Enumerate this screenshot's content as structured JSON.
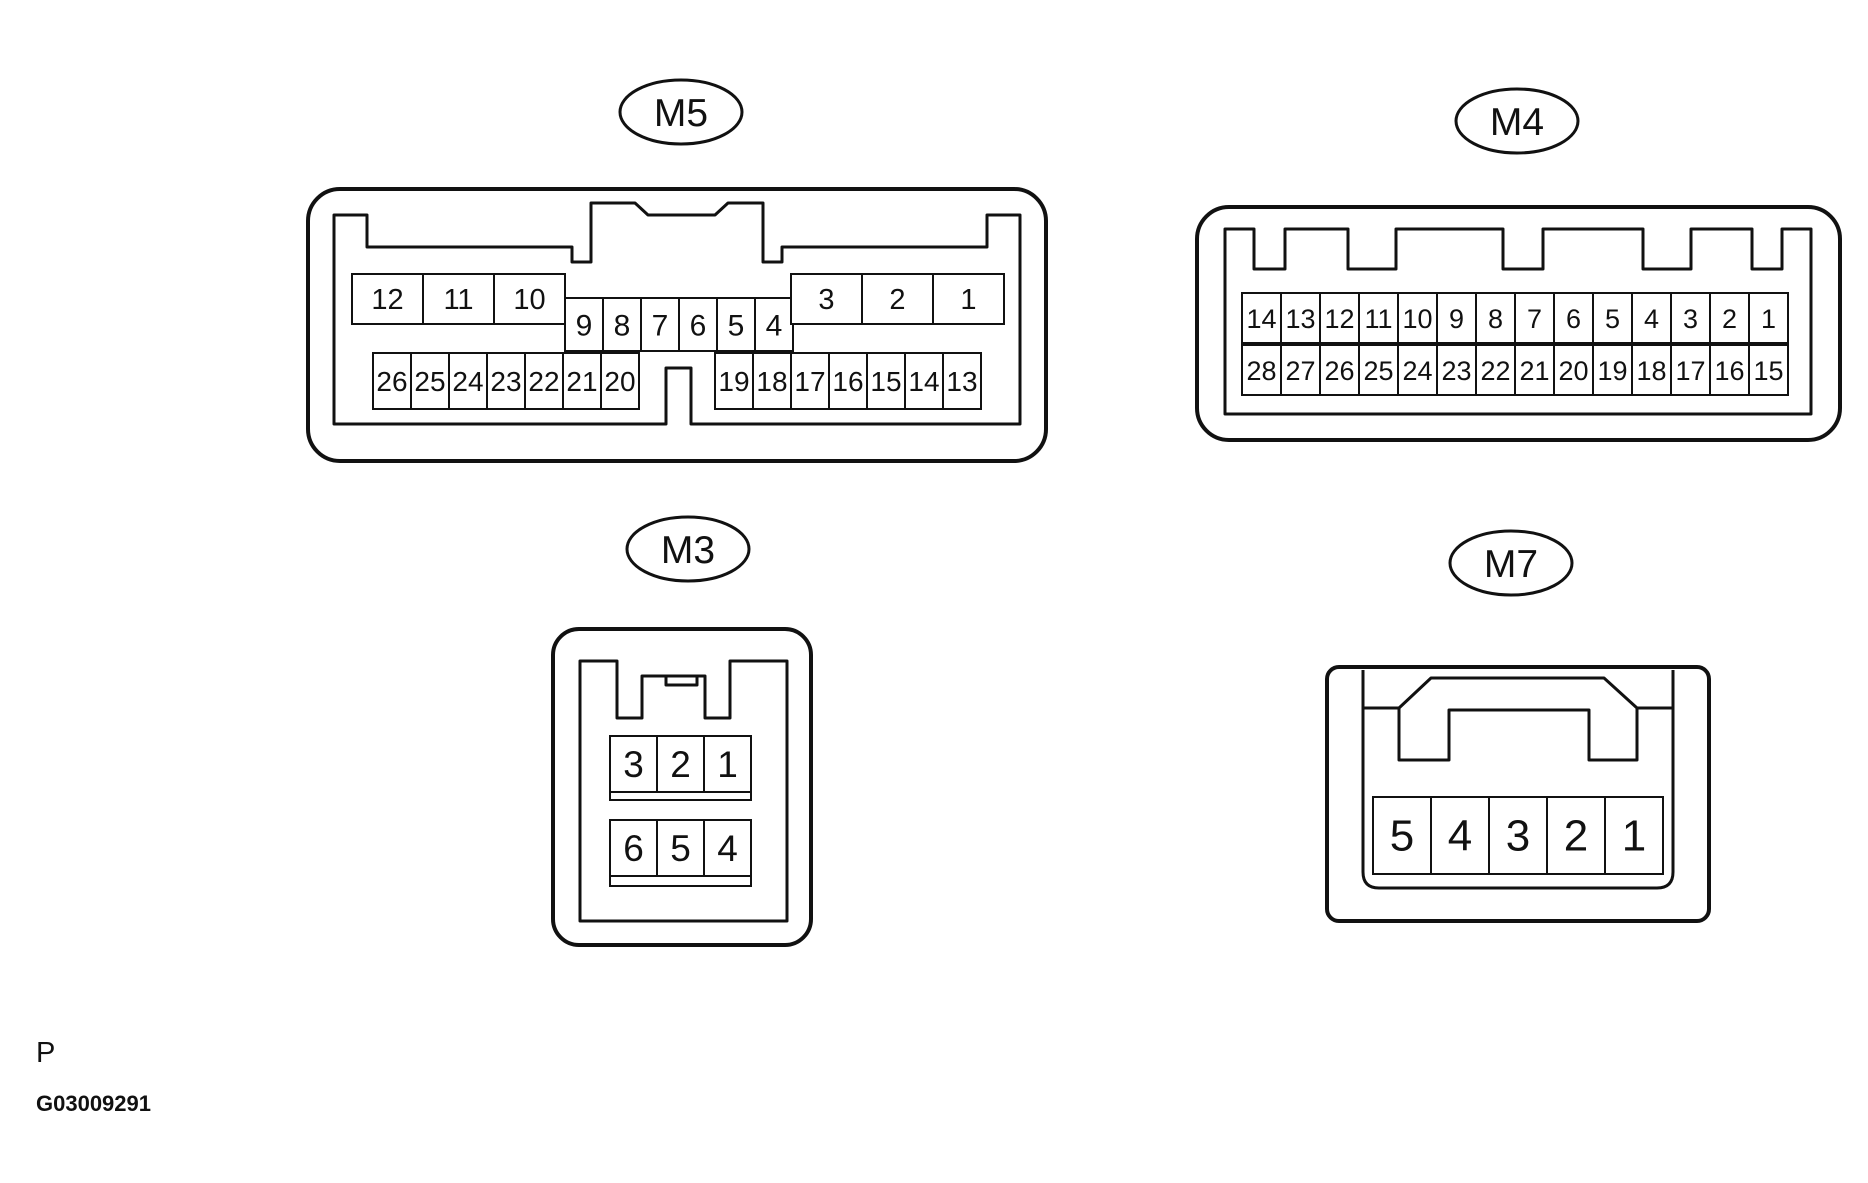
{
  "connectors": [
    {
      "id": "M5",
      "label": "M5",
      "top_row_a": [
        "12",
        "11",
        "10"
      ],
      "top_row_mid": [
        "9",
        "8",
        "7",
        "6",
        "5",
        "4"
      ],
      "top_row_b": [
        "3",
        "2",
        "1"
      ],
      "bottom_row_a": [
        "26",
        "25",
        "24",
        "23",
        "22",
        "21",
        "20"
      ],
      "bottom_row_b": [
        "19",
        "18",
        "17",
        "16",
        "15",
        "14",
        "13"
      ]
    },
    {
      "id": "M4",
      "label": "M4",
      "top_row": [
        "14",
        "13",
        "12",
        "11",
        "10",
        "9",
        "8",
        "7",
        "6",
        "5",
        "4",
        "3",
        "2",
        "1"
      ],
      "bottom_row": [
        "28",
        "27",
        "26",
        "25",
        "24",
        "23",
        "22",
        "21",
        "20",
        "19",
        "18",
        "17",
        "16",
        "15"
      ]
    },
    {
      "id": "M3",
      "label": "M3",
      "top_row": [
        "3",
        "2",
        "1"
      ],
      "bottom_row": [
        "6",
        "5",
        "4"
      ]
    },
    {
      "id": "M7",
      "label": "M7",
      "row": [
        "5",
        "4",
        "3",
        "2",
        "1"
      ]
    }
  ],
  "footnote": {
    "letter": "P",
    "code": "G03009291"
  }
}
